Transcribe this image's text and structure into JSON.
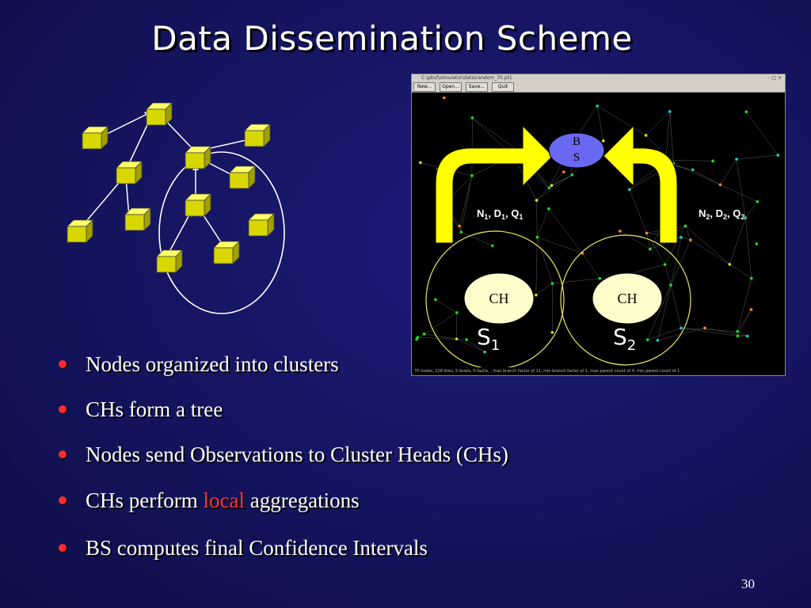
{
  "slide": {
    "title": "Data Dissemination Scheme",
    "page_number": "30"
  },
  "bullets": [
    {
      "text": "Nodes organized into clusters"
    },
    {
      "text": "CHs form a tree"
    },
    {
      "text": "Nodes send Observations to Cluster Heads (CHs)"
    },
    {
      "text": "CHs perform ",
      "highlight": "local",
      "suffix": " aggregations"
    },
    {
      "text": "BS computes final Confidence Intervals"
    }
  ],
  "simulator": {
    "window_title": "C:\\pbsf\\simulator\\data\\random_70.pt1",
    "toolbar": [
      "New...",
      "Open...",
      "Save...",
      "Quit"
    ],
    "status": "70 nodes, 228 links, 5 levels, 0 faults, , max branch factor of 11, min branch factor of 1, max parent count of 4, min parent count of 1",
    "base_station_label_1": "B",
    "base_station_label_2": "S",
    "ch_left_label": "CH",
    "ch_right_label": "CH",
    "left_info": {
      "n": "N",
      "d": "D",
      "q": "Q",
      "sub": "1"
    },
    "right_info": {
      "n": "N",
      "d": "D",
      "q": "Q",
      "sub": "2"
    },
    "set_left": {
      "letter": "S",
      "sub": "1"
    },
    "set_right": {
      "letter": "S",
      "sub": "2"
    }
  },
  "colors": {
    "background": "#14145e",
    "arrow_yellow": "#ffff00",
    "base_station_fill": "#6868f0",
    "cluster_head_fill": "#ffffcc",
    "cube_face": "#d8d800",
    "bullet_red": "#ff2a2a",
    "highlight_red": "#ff3030"
  },
  "icons": [
    "node-cube-icon",
    "arrow-icon",
    "bullet-dot-icon"
  ]
}
